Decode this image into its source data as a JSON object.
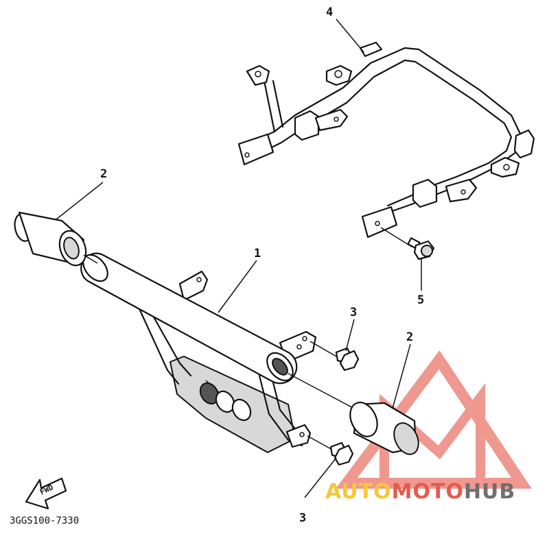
{
  "callouts": {
    "c1": "1",
    "c2a": "2",
    "c2b": "2",
    "c3a": "3",
    "c3b": "3",
    "c4": "4",
    "c5": "5"
  },
  "fwd_label": "FWD",
  "part_code": "3GGS100-7330",
  "watermark": {
    "part1": "AUTO",
    "part2": "MOTO",
    "part3": "HUB",
    "colors": {
      "yellow": "#f5c73a",
      "red": "#e65a4d",
      "gray": "#6f6f6f"
    }
  }
}
